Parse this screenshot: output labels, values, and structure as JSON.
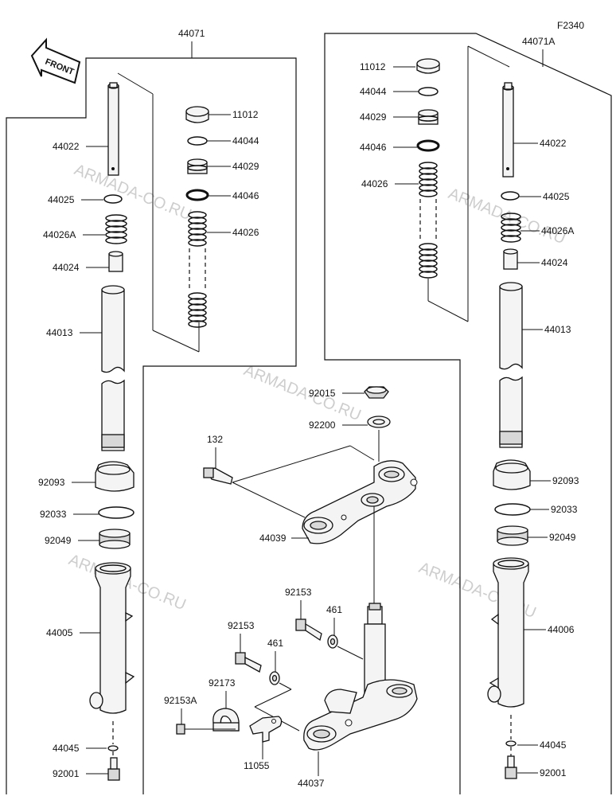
{
  "figure_code": "F2340",
  "front_label": "FRONT",
  "watermark": "ARMADA-CO.RU",
  "labels": {
    "left_assembly": "44071",
    "right_assembly": "44071A",
    "cap": "11012",
    "circlip": "44044",
    "spring_seat": "44029",
    "oring": "44046",
    "spring": "44026",
    "cylinder": "44022",
    "ring_44025": "44025",
    "spring_a": "44026A",
    "piece_44024": "44024",
    "inner_tube": "44013",
    "dust_seal": "92093",
    "retainer": "92033",
    "oil_seal": "92049",
    "outer_tube_left": "44005",
    "outer_tube_right": "44006",
    "gasket": "44045",
    "bolt_bottom": "92001",
    "nut": "92015",
    "washer": "92200",
    "bolt_132": "132",
    "upper_bracket": "44039",
    "bolt_92153": "92153",
    "washer_461": "461",
    "clamp": "92173",
    "bolt_92153a": "92153A",
    "bracket_11055": "11055",
    "stem": "44037"
  }
}
